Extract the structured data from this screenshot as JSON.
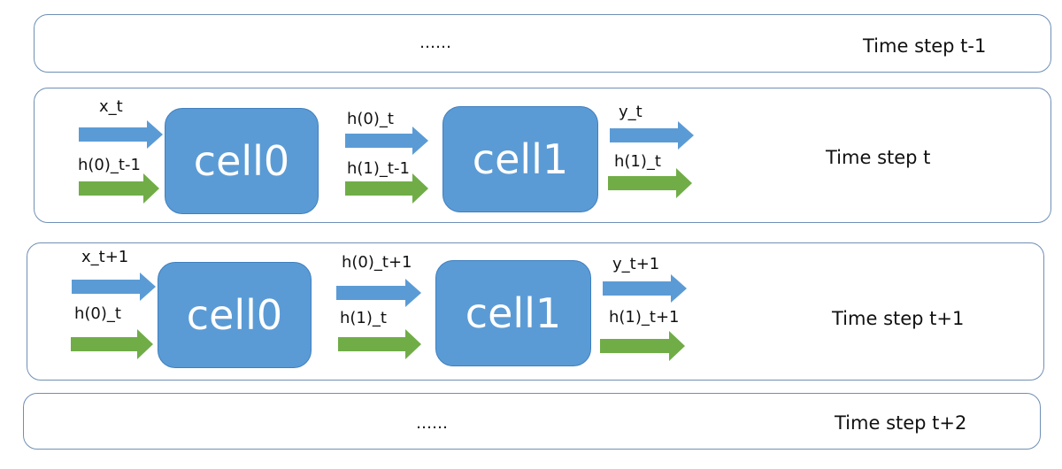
{
  "colors": {
    "blue": "#5b9bd5",
    "green": "#70ad47",
    "border": "#6f8fb5"
  },
  "rows": [
    {
      "label": "Time step t-1",
      "dots": "……"
    },
    {
      "label": "Time step t",
      "cell0": "cell0",
      "cell1": "cell1",
      "in_x": "x_t",
      "in_h0": "h(0)_t-1",
      "mid_h0": "h(0)_t",
      "mid_h1": "h(1)_t-1",
      "out_y": "y_t",
      "out_h1": "h(1)_t"
    },
    {
      "label": "Time step t+1",
      "cell0": "cell0",
      "cell1": "cell1",
      "in_x": "x_t+1",
      "in_h0": "h(0)_t",
      "mid_h0": "h(0)_t+1",
      "mid_h1": "h(1)_t",
      "out_y": "y_t+1",
      "out_h1": "h(1)_t+1"
    },
    {
      "label": "Time step t+2",
      "dots": "……"
    }
  ]
}
